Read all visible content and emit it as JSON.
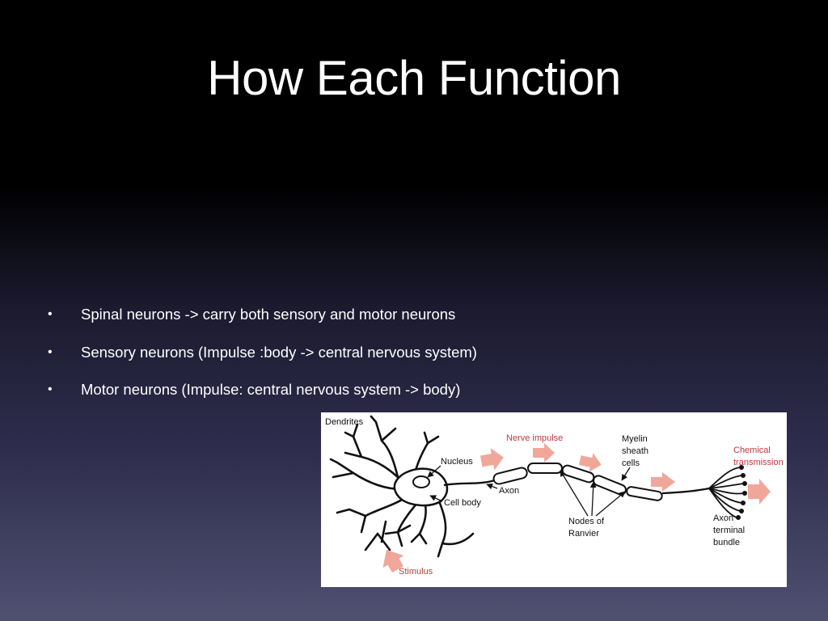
{
  "slide": {
    "title": "How Each Function",
    "bullets": [
      "Spinal neurons -> carry both sensory and motor neurons",
      "Sensory neurons (Impulse :body -> central nervous system)",
      "Motor neurons (Impulse: central nervous system -> body)"
    ],
    "bullet_glyph": "•"
  },
  "diagram": {
    "labels": {
      "dendrites": "Dendrites",
      "nucleus": "Nucleus",
      "cell_body": "Cell body",
      "axon": "Axon",
      "nerve_impulse": "Nerve impulse",
      "myelin_1": "Myelin",
      "myelin_2": "sheath",
      "myelin_3": "cells",
      "nodes_1": "Nodes of",
      "nodes_2": "Ranvier",
      "chemical_1": "Chemical",
      "chemical_2": "transmission",
      "terminal_1": "Axon",
      "terminal_2": "terminal",
      "terminal_3": "bundle",
      "stimulus": "Stimulus"
    },
    "colors": {
      "arrow": "#f0a79a",
      "label_red": "#c0383e",
      "ink": "#111111"
    }
  }
}
